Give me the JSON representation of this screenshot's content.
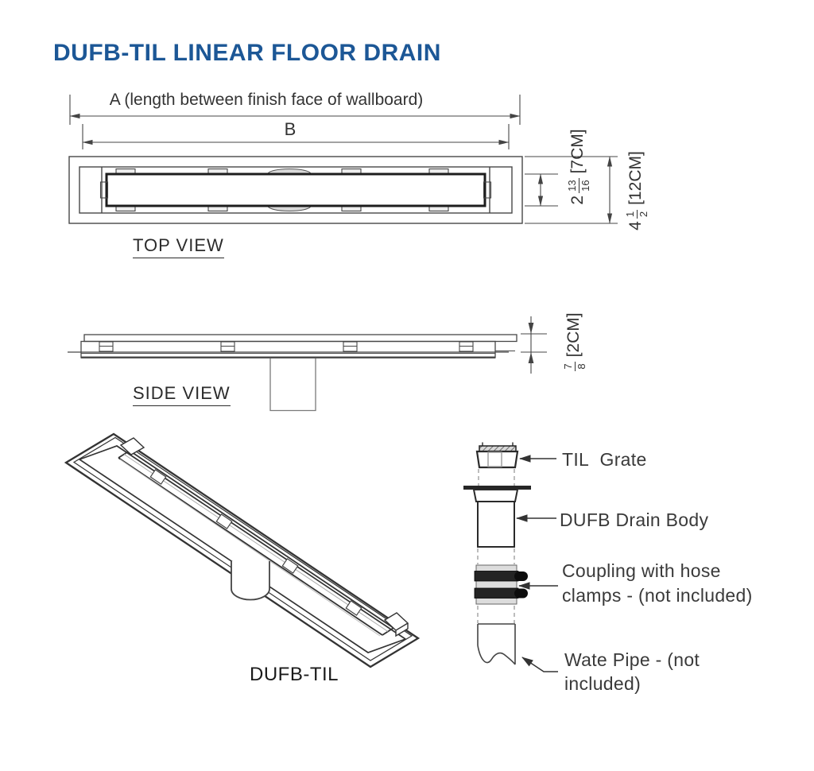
{
  "title": "DUFB-TIL LINEAR FLOOR DRAIN",
  "colors": {
    "title_blue": "#1c5796",
    "line": "#444444",
    "line_dark": "#1d1d1d",
    "hatch_gray": "#d8d8d8"
  },
  "top_view": {
    "caption": "TOP VIEW",
    "dim_a": "A (length between finish face of wallboard)",
    "dim_b": "B",
    "width_inner": {
      "whole": "2",
      "num": "13",
      "den": "16",
      "metric": "[7CM]"
    },
    "width_outer": {
      "whole": "4",
      "num": "1",
      "den": "2",
      "metric": "[12CM]"
    }
  },
  "side_view": {
    "caption": "SIDE VIEW",
    "thickness": {
      "num": "7",
      "den": "8",
      "metric": "[2CM]"
    }
  },
  "isometric": {
    "caption": "DUFB-TIL"
  },
  "callouts": {
    "grate": "TIL  Grate",
    "drain_body": "DUFB Drain Body",
    "coupling_line1": "Coupling with hose",
    "coupling_line2": "clamps - (not included)",
    "pipe_line1": "Wate Pipe - (not",
    "pipe_line2": "included)"
  }
}
